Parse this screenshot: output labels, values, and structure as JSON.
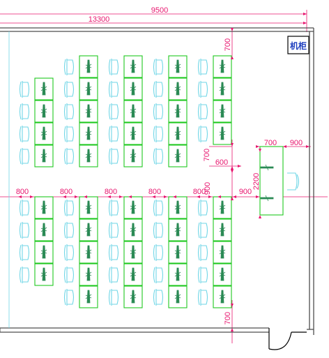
{
  "cabinet_label": "机柜",
  "colors": {
    "wall": "#4d4d4d",
    "desk": "#1ec81e",
    "chair": "#6fd6e6",
    "monitor": "#2b8a55",
    "dimension": "#e8156e",
    "cabinet_text": "#1f3fbf",
    "guide": "#6fd6e6"
  },
  "dimensions": {
    "overall_width": "9500",
    "overall_length": "13300",
    "top_clearance": "700",
    "middle_gap_700": "700",
    "middle_gap_600": "600",
    "aisle_1": "800",
    "aisle_2": "800",
    "aisle_3": "800",
    "aisle_4": "800",
    "aisle_5": "800",
    "aisle_6": "900",
    "aisle_900_vertical": "900",
    "teacher_desk_width": "700",
    "teacher_desk_offset": "900",
    "teacher_desk_length": "2200",
    "bottom_clearance": "700"
  },
  "icons": {
    "chair": "chair-icon",
    "monitor": "monitor-icon",
    "door": "door-swing-icon",
    "arrow": "dimension-arrow-icon"
  }
}
